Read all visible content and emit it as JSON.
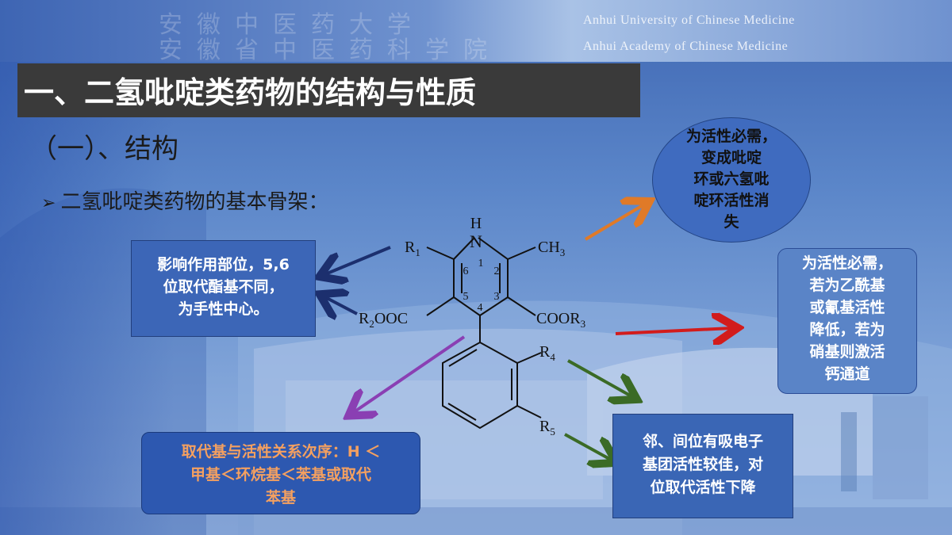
{
  "banner": {
    "cn_line1": "安徽中医药大学",
    "cn_line2": "安徽省中医药科学院",
    "en_line1": "Anhui University of  Chinese Medicine",
    "en_line2": "Anhui Academy of  Chinese Medicine"
  },
  "slide": {
    "title": "一、二氢吡啶类药物的结构与性质",
    "section": "（一）、结构",
    "bullet": "二氢吡啶类药物的基本骨架："
  },
  "structure": {
    "atom_h": "H",
    "atom_n": "N",
    "r1": "R",
    "r1_sub": "1",
    "ch3": "CH",
    "ch3_sub": "3",
    "left_ester_prefix": "R",
    "left_ester_sub": "2",
    "left_ester_suffix": "OOC",
    "right_ester": "COOR",
    "right_ester_sub": "3",
    "r4": "R",
    "r4_sub": "4",
    "r5": "R",
    "r5_sub": "5",
    "ring_positions": [
      "1",
      "2",
      "3",
      "4",
      "5",
      "6"
    ]
  },
  "callouts": {
    "effect_box": [
      "影响作用部位，5,6",
      "位取代酯基不同，",
      "为手性中心。"
    ],
    "order_box": [
      "取代基与活性关系次序：H ＜",
      "甲基＜环烷基＜苯基或取代",
      "苯基"
    ],
    "ellipse": [
      "为活性必需，",
      "变成吡啶",
      "环或六氢吡",
      "啶环活性消",
      "失"
    ],
    "ester_box": [
      "为活性必需，",
      "若为乙酰基",
      "或氰基活性",
      "降低，若为",
      "硝基则激活",
      "钙通道"
    ],
    "ortho_box": [
      "邻、间位有吸电子",
      "基团活性较佳，对",
      "位取代活性下降"
    ]
  },
  "colors": {
    "arrow_navy": "#1c2f6e",
    "arrow_orange": "#e07a28",
    "arrow_red": "#d21c1c",
    "arrow_purple": "#8a3fb3",
    "arrow_green": "#3b6b26",
    "title_bg": "#3a3a3a",
    "order_text": "#f4a060"
  }
}
